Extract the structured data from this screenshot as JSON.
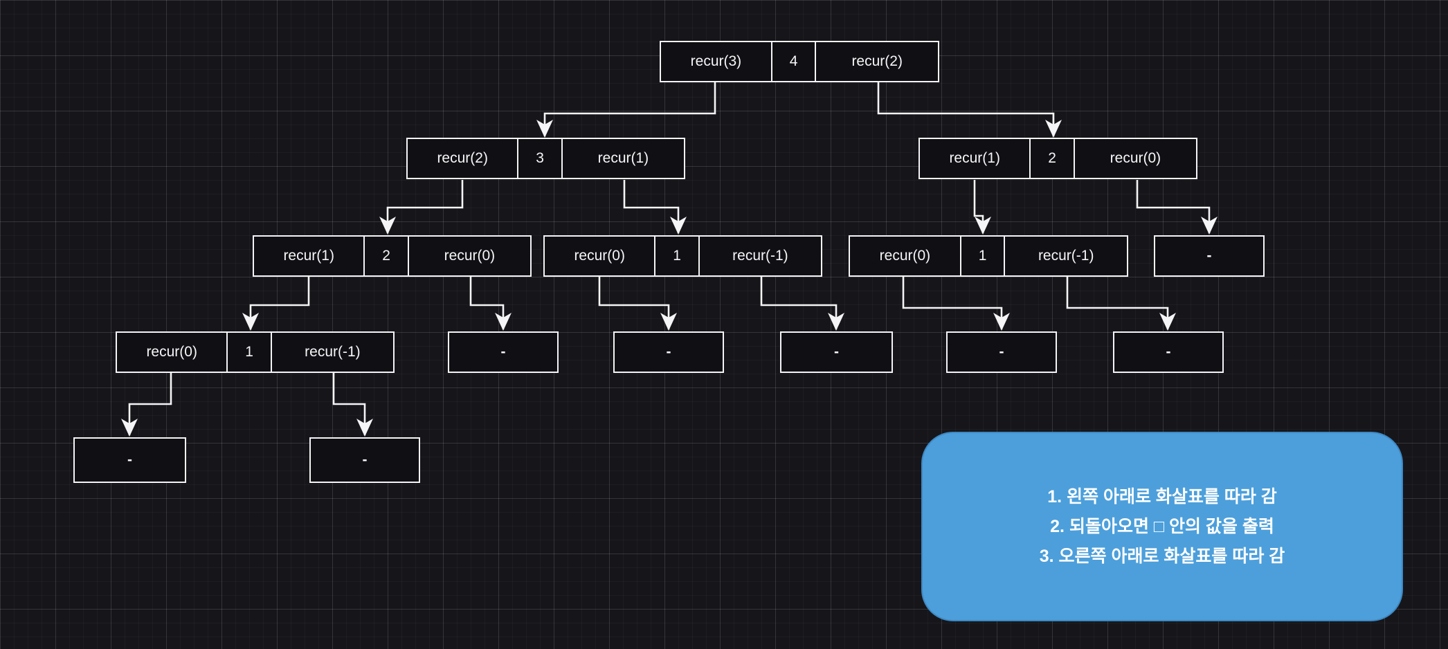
{
  "theme": {
    "bg": "#16161a",
    "grid-minor": "rgba(255,255,255,0.035)",
    "grid-major": "rgba(255,255,255,0.10)",
    "stroke": "#f5f5f7",
    "box-fill": "#101014",
    "note-blue": "#4c9fdb",
    "note-border": "#3e88c4",
    "text-white": "#f6f6f8"
  },
  "tree": {
    "description": "recursion call tree",
    "nodes": [
      {
        "id": "n0",
        "level": 1,
        "cells": [
          "recur(3)",
          "4",
          "recur(2)"
        ]
      },
      {
        "id": "n1",
        "level": 2,
        "cells": [
          "recur(2)",
          "3",
          "recur(1)"
        ]
      },
      {
        "id": "n2",
        "level": 2,
        "cells": [
          "recur(1)",
          "2",
          "recur(0)"
        ]
      },
      {
        "id": "n3",
        "level": 3,
        "cells": [
          "recur(1)",
          "2",
          "recur(0)"
        ]
      },
      {
        "id": "n4",
        "level": 3,
        "cells": [
          "recur(0)",
          "1",
          "recur(-1)"
        ]
      },
      {
        "id": "n5",
        "level": 3,
        "cells": [
          "recur(0)",
          "1",
          "recur(-1)"
        ]
      },
      {
        "id": "n6",
        "level": 3,
        "cells": [
          "-"
        ]
      },
      {
        "id": "n7",
        "level": 4,
        "cells": [
          "recur(0)",
          "1",
          "recur(-1)"
        ]
      },
      {
        "id": "n8",
        "level": 4,
        "cells": [
          "-"
        ]
      },
      {
        "id": "n9",
        "level": 4,
        "cells": [
          "-"
        ]
      },
      {
        "id": "n10",
        "level": 4,
        "cells": [
          "-"
        ]
      },
      {
        "id": "n11",
        "level": 4,
        "cells": [
          "-"
        ]
      },
      {
        "id": "n12",
        "level": 4,
        "cells": [
          "-"
        ]
      },
      {
        "id": "n13",
        "level": 5,
        "cells": [
          "-"
        ]
      },
      {
        "id": "n14",
        "level": 5,
        "cells": [
          "-"
        ]
      }
    ],
    "edges": [
      {
        "from": "n0.left",
        "to": "n1"
      },
      {
        "from": "n0.right",
        "to": "n2"
      },
      {
        "from": "n1.left",
        "to": "n3"
      },
      {
        "from": "n1.right",
        "to": "n4"
      },
      {
        "from": "n2.left",
        "to": "n5"
      },
      {
        "from": "n2.right",
        "to": "n6"
      },
      {
        "from": "n3.left",
        "to": "n7"
      },
      {
        "from": "n3.right",
        "to": "n8"
      },
      {
        "from": "n4.left",
        "to": "n9"
      },
      {
        "from": "n4.right",
        "to": "n10"
      },
      {
        "from": "n5.left",
        "to": "n11"
      },
      {
        "from": "n5.right",
        "to": "n12"
      },
      {
        "from": "n7.left",
        "to": "n13"
      },
      {
        "from": "n7.right",
        "to": "n14"
      }
    ]
  },
  "note": {
    "lines": [
      "1. 왼쪽 아래로 화살표를 따라 감",
      "2. 되돌아오면 □ 안의 값을 출력",
      "3. 오른쪽 아래로 화살표를 따라 감"
    ]
  }
}
